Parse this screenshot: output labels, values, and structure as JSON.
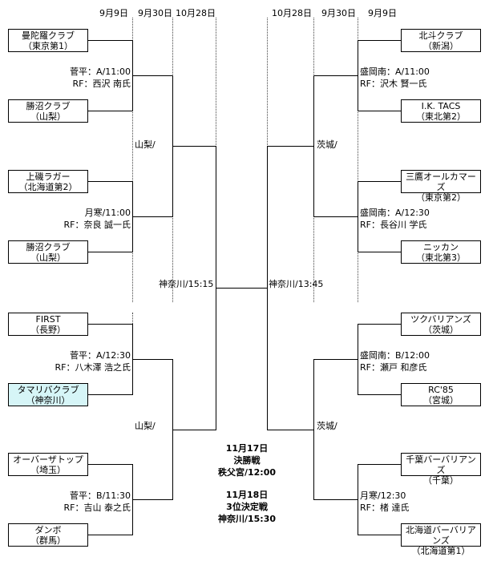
{
  "headers": {
    "left": [
      "9月9日",
      "9月30日",
      "10月28日"
    ],
    "right": [
      "10月28日",
      "9月30日",
      "9月9日"
    ]
  },
  "teams": [
    {
      "name": "曼陀羅クラブ",
      "region": "（東京第1）"
    },
    {
      "name": "勝沼クラブ",
      "region": "（山梨）"
    },
    {
      "name": "上磯ラガー",
      "region": "（北海道第2）"
    },
    {
      "name": "勝沼クラブ",
      "region": "（山梨）"
    },
    {
      "name": "FIRST",
      "region": "（長野）"
    },
    {
      "name": "タマリバクラブ",
      "region": "（神奈川）"
    },
    {
      "name": "オーバーザトップ",
      "region": "（埼玉）"
    },
    {
      "name": "ダンボ",
      "region": "（群馬）"
    },
    {
      "name": "北斗クラブ",
      "region": "（新潟）"
    },
    {
      "name": "I.K. TACS",
      "region": "（東北第2）"
    },
    {
      "name": "三鷹オールカマーズ",
      "region": "（東京第2）"
    },
    {
      "name": "ニッカン",
      "region": "（東北第3）"
    },
    {
      "name": "ツクバリアンズ",
      "region": "（茨城）"
    },
    {
      "name": "RC'85",
      "region": "（宮城）"
    },
    {
      "name": "千葉バーバリアンズ",
      "region": "（千葉）"
    },
    {
      "name": "北海道バーバリアンズ",
      "region": "（北海道第1）"
    }
  ],
  "matches": [
    {
      "venue": "菅平：A/11:00",
      "referee": "RF：西沢 南氏"
    },
    {
      "venue": "月寒/11:00",
      "referee": "RF：奈良 誠一氏"
    },
    {
      "venue": "菅平：A/12:30",
      "referee": "RF：八木澤 浩之氏"
    },
    {
      "venue": "菅平：B/11:30",
      "referee": "RF：吉山 泰之氏"
    },
    {
      "venue": "盛岡南：A/11:00",
      "referee": "RF：沢木 賢一氏"
    },
    {
      "venue": "盛岡南：A/12:30",
      "referee": "RF：長谷川 学氏"
    },
    {
      "venue": "盛岡南：B/12:00",
      "referee": "RF：瀬戸 和彦氏"
    },
    {
      "venue": "月寒/12:30",
      "referee": "RF：楮 達氏"
    }
  ],
  "round2": [
    "山梨/",
    "山梨/",
    "茨城/",
    "茨城/"
  ],
  "semis": [
    "神奈川/15:15",
    "神奈川/13:45"
  ],
  "final": {
    "date": "11月17日",
    "name": "決勝戦",
    "venue": "秩父宮/12:00",
    "third_date": "11月18日",
    "third_name": "3位決定戦",
    "third_venue": "神奈川/15:30"
  }
}
